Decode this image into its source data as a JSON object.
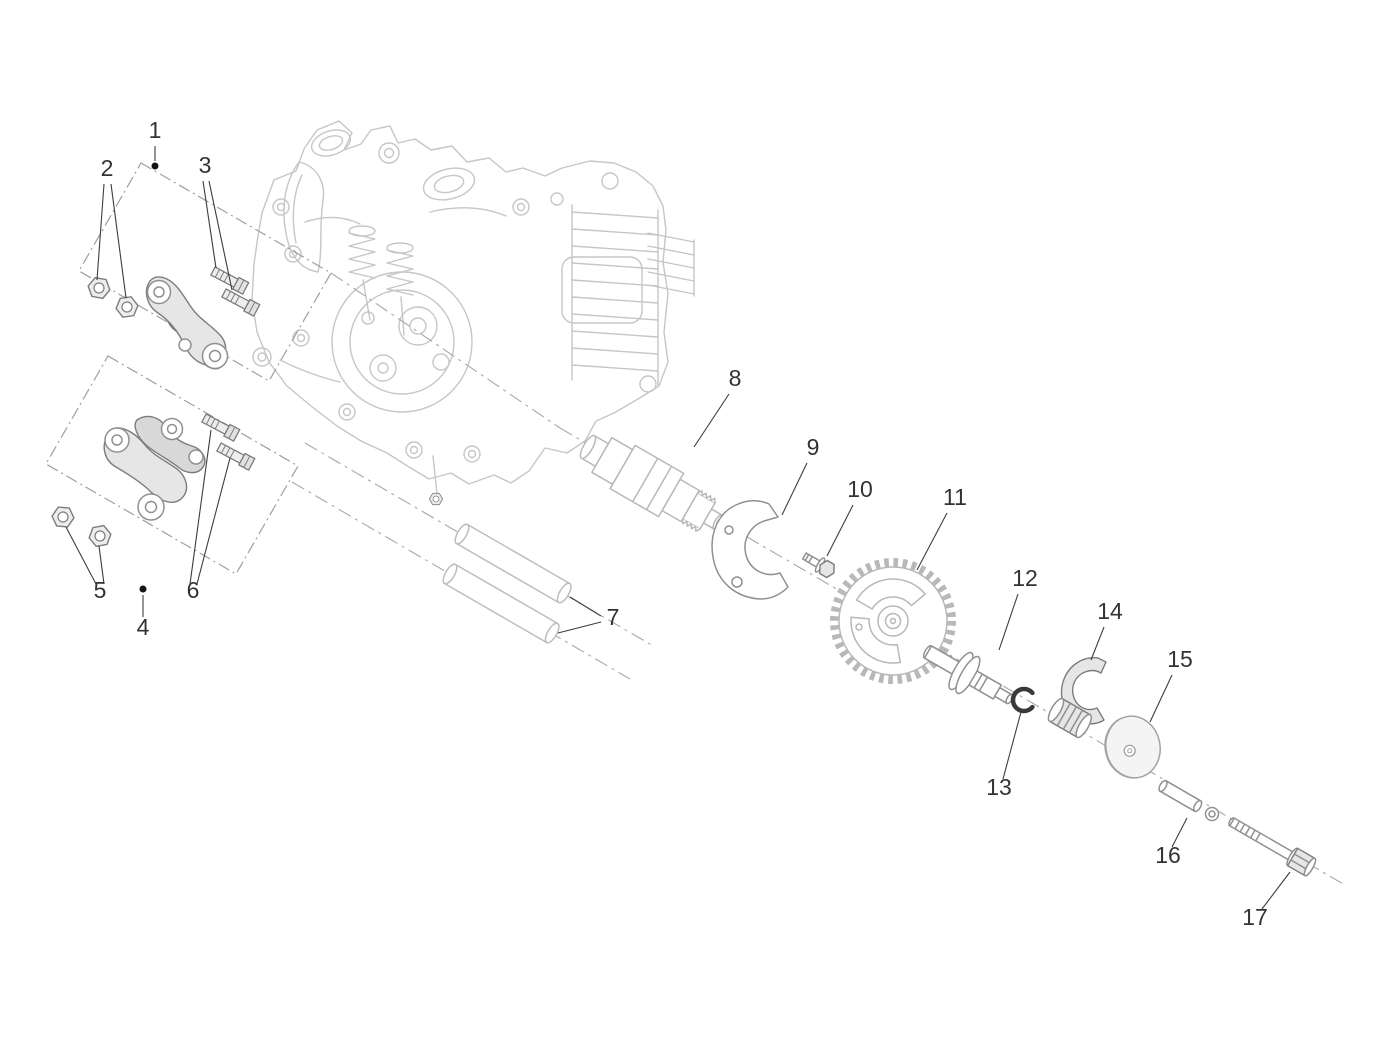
{
  "diagram": {
    "background_color": "#ffffff",
    "engine_line_color": "#c6c6c6",
    "component_line_color": "#8f8f8f",
    "callout_color": "#333333",
    "callouts": [
      {
        "label": "1"
      },
      {
        "label": "2"
      },
      {
        "label": "3"
      },
      {
        "label": "4"
      },
      {
        "label": "5"
      },
      {
        "label": "6"
      },
      {
        "label": "7"
      },
      {
        "label": "8"
      },
      {
        "label": "9"
      },
      {
        "label": "10"
      },
      {
        "label": "11"
      },
      {
        "label": "12"
      },
      {
        "label": "13"
      },
      {
        "label": "14"
      },
      {
        "label": "15"
      },
      {
        "label": "16"
      },
      {
        "label": "17"
      }
    ]
  }
}
